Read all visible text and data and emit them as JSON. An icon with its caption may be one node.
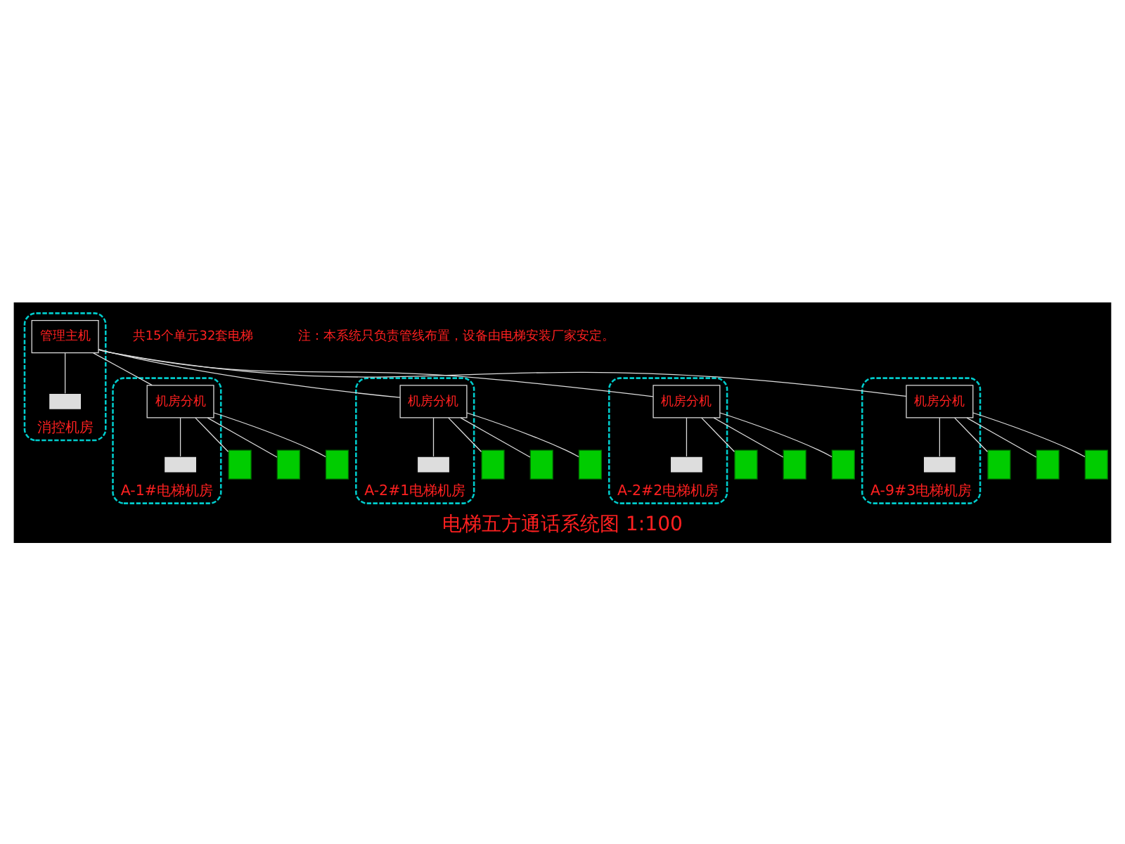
{
  "diagram": {
    "title": "电梯五方通话系统图 1:100",
    "nodes": [
      {
        "text": [
          "消控机房"
        ]
      },
      {
        "text": [
          "管理主机"
        ],
        "in": 0
      },
      {
        "text": [],
        "shape": "box",
        "in": 0
      },
      {
        "text": [
          "A-1#电梯机房"
        ]
      },
      {
        "text": [
          "机房分机"
        ],
        "in": 3
      },
      {
        "text": [],
        "shape": "box",
        "in": 3
      },
      {
        "text": [],
        "shape": "box"
      },
      {
        "text": [],
        "shape": "box"
      },
      {
        "text": [],
        "shape": "box"
      },
      {
        "text": [
          "A-2#1电梯机房"
        ]
      },
      {
        "text": [
          "机房分机"
        ],
        "in": 9
      },
      {
        "text": [],
        "shape": "box",
        "in": 9
      },
      {
        "text": [],
        "shape": "box"
      },
      {
        "text": [],
        "shape": "box"
      },
      {
        "text": [],
        "shape": "box"
      },
      {
        "text": [
          "A-2#2电梯机房"
        ]
      },
      {
        "text": [
          "机房分机"
        ],
        "in": 15
      },
      {
        "text": [],
        "shape": "box",
        "in": 15
      },
      {
        "text": [],
        "shape": "box"
      },
      {
        "text": [],
        "shape": "box"
      },
      {
        "text": [],
        "shape": "box"
      },
      {
        "text": [
          "A-9#3电梯机房"
        ]
      },
      {
        "text": [
          "机房分机"
        ],
        "in": 21
      },
      {
        "text": [],
        "shape": "box",
        "in": 21
      },
      {
        "text": [],
        "shape": "box"
      },
      {
        "text": [],
        "shape": "box"
      },
      {
        "text": [],
        "shape": "box"
      }
    ],
    "edges": [
      {
        "from": 1,
        "to": 2,
        "arrow": "none"
      },
      {
        "from": 1,
        "to": 4,
        "arrow": "none"
      },
      {
        "from": 1,
        "to": 10,
        "arrow": "none"
      },
      {
        "from": 1,
        "to": 16,
        "arrow": "none"
      },
      {
        "from": 1,
        "to": 22,
        "arrow": "none"
      },
      {
        "from": 4,
        "to": 5,
        "arrow": "none"
      },
      {
        "from": 4,
        "to": 6,
        "arrow": "none"
      },
      {
        "from": 4,
        "to": 7,
        "arrow": "none"
      },
      {
        "from": 4,
        "to": 8,
        "arrow": "none"
      },
      {
        "from": 10,
        "to": 11,
        "arrow": "none"
      },
      {
        "from": 10,
        "to": 12,
        "arrow": "none"
      },
      {
        "from": 10,
        "to": 13,
        "arrow": "none"
      },
      {
        "from": 10,
        "to": 14,
        "arrow": "none"
      },
      {
        "from": 16,
        "to": 17,
        "arrow": "none"
      },
      {
        "from": 16,
        "to": 18,
        "arrow": "none"
      },
      {
        "from": 16,
        "to": 19,
        "arrow": "none"
      },
      {
        "from": 16,
        "to": 20,
        "arrow": "none"
      },
      {
        "from": 22,
        "to": 23,
        "arrow": "none"
      },
      {
        "from": 22,
        "to": 24,
        "arrow": "none"
      },
      {
        "from": 22,
        "to": 25,
        "arrow": "none"
      },
      {
        "from": 22,
        "to": 26,
        "arrow": "none"
      }
    ],
    "labels": [
      "共15个单元32套电梯",
      "注：本系统只负责管线布置，设备由电梯安装厂家安定。"
    ]
  }
}
